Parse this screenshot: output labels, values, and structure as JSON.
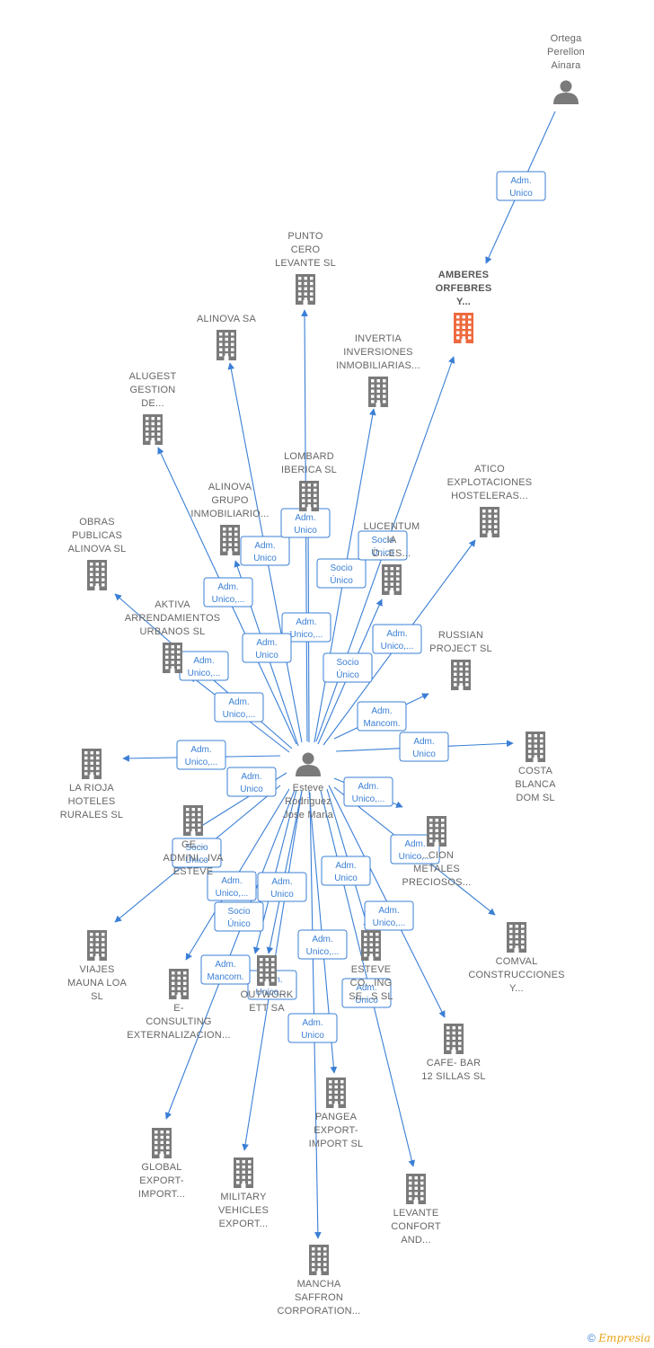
{
  "colors": {
    "edge": "#3a7fd5",
    "company": "#7a7a7a",
    "focus": "#ee6a3e",
    "person": "#7a7a7a"
  },
  "credit": {
    "symbol": "©",
    "brand": "Empresia"
  },
  "nodes": [
    {
      "id": "ortega",
      "type": "person",
      "lines": [
        "Ortega",
        "Perellon",
        "Ainara"
      ]
    },
    {
      "id": "esteve",
      "type": "person",
      "lines": [
        "Esteve",
        "Rodriguez",
        "Jose Maria"
      ]
    },
    {
      "id": "amberes",
      "type": "focus",
      "lines": [
        "AMBERES",
        "ORFEBRES",
        "Y..."
      ]
    },
    {
      "id": "punto",
      "type": "company",
      "lines": [
        "PUNTO",
        "CERO",
        "LEVANTE SL"
      ]
    },
    {
      "id": "alinova",
      "type": "company",
      "lines": [
        "ALINOVA SA"
      ]
    },
    {
      "id": "invertia",
      "type": "company",
      "lines": [
        "INVERTIA",
        "INVERSIONES",
        "INMOBILIARIAS..."
      ]
    },
    {
      "id": "alugest",
      "type": "company",
      "lines": [
        "ALUGEST",
        "GESTION",
        "DE..."
      ]
    },
    {
      "id": "lombard",
      "type": "company",
      "lines": [
        "LOMBARD",
        "IBERICA  SL"
      ]
    },
    {
      "id": "atico",
      "type": "company",
      "lines": [
        "ATICO",
        "EXPLOTACIONES",
        "HOSTELERAS..."
      ]
    },
    {
      "id": "alinova_grupo",
      "type": "company",
      "lines": [
        "ALINOVA",
        "GRUPO",
        "INMOBILIARIO..."
      ]
    },
    {
      "id": "lucentum",
      "type": "company",
      "lines": [
        "LUCENTUM",
        "IA",
        "D...ES..."
      ]
    },
    {
      "id": "obras",
      "type": "company",
      "lines": [
        "OBRAS",
        "PUBLICAS",
        "ALINOVA  SL"
      ]
    },
    {
      "id": "aktiva",
      "type": "company",
      "lines": [
        "AKTIVA",
        "ARRENDAMIENTOS",
        "URBANOS  SL"
      ]
    },
    {
      "id": "russian",
      "type": "company",
      "lines": [
        "RUSSIAN",
        "PROJECT SL"
      ]
    },
    {
      "id": "costa",
      "type": "company",
      "lines": [
        "COSTA",
        "BLANCA",
        "DOM  SL"
      ]
    },
    {
      "id": "larioja",
      "type": "company",
      "lines": [
        "LA RIOJA",
        "HOTELES",
        "RURALES  SL"
      ]
    },
    {
      "id": "gestion_adm",
      "type": "company",
      "lines": [
        "GE...",
        "ADMINI...IVA",
        "ESTEVE"
      ]
    },
    {
      "id": "metales",
      "type": "company",
      "lines": [
        "...CION",
        "METALES",
        "PRECIOSOS..."
      ]
    },
    {
      "id": "viajes",
      "type": "company",
      "lines": [
        "VIAJES",
        "MAUNA LOA",
        "SL"
      ]
    },
    {
      "id": "comval",
      "type": "company",
      "lines": [
        "COMVAL",
        "CONSTRUCCIONES",
        "Y..."
      ]
    },
    {
      "id": "econsulting",
      "type": "company",
      "lines": [
        "E-",
        "CONSULTING",
        "EXTERNALIZACION..."
      ]
    },
    {
      "id": "outwork",
      "type": "company",
      "lines": [
        "OUTWORK",
        "ETT SA"
      ]
    },
    {
      "id": "esteve_consulting",
      "type": "company",
      "lines": [
        "ESTEVE",
        "CO...ING",
        "SE...S SL"
      ]
    },
    {
      "id": "cafebar",
      "type": "company",
      "lines": [
        "CAFE- BAR",
        "12 SILLAS  SL"
      ]
    },
    {
      "id": "pangea",
      "type": "company",
      "lines": [
        "PANGEA",
        "EXPORT-",
        "IMPORT  SL"
      ]
    },
    {
      "id": "global",
      "type": "company",
      "lines": [
        "GLOBAL",
        "EXPORT-",
        "IMPORT..."
      ]
    },
    {
      "id": "military",
      "type": "company",
      "lines": [
        "MILITARY",
        "VEHICLES",
        "EXPORT..."
      ]
    },
    {
      "id": "levante",
      "type": "company",
      "lines": [
        "LEVANTE",
        "CONFORT",
        "AND..."
      ]
    },
    {
      "id": "mancha",
      "type": "company",
      "lines": [
        "MANCHA",
        "SAFFRON",
        "CORPORATION..."
      ]
    }
  ],
  "edges": [
    {
      "from": "ortega",
      "to": "amberes",
      "label": [
        "Adm.",
        "Unico"
      ]
    },
    {
      "from": "esteve",
      "to": "amberes",
      "label": [
        "Socio",
        "Único"
      ]
    },
    {
      "from": "esteve",
      "to": "punto",
      "label": [
        "Adm.",
        "Unico,..."
      ]
    },
    {
      "from": "esteve",
      "to": "alinova",
      "label": [
        "Adm.",
        "Unico"
      ]
    },
    {
      "from": "esteve",
      "to": "invertia",
      "label": [
        "Socio",
        "Único"
      ]
    },
    {
      "from": "esteve",
      "to": "alugest",
      "label": [
        "Adm.",
        "Unico,..."
      ]
    },
    {
      "from": "esteve",
      "to": "lombard",
      "label": [
        "Adm.",
        "Unico"
      ]
    },
    {
      "from": "esteve",
      "to": "atico",
      "label": [
        "Adm.",
        "Unico,..."
      ]
    },
    {
      "from": "esteve",
      "to": "alinova_grupo",
      "label": [
        "Adm.",
        "Unico"
      ]
    },
    {
      "from": "esteve",
      "to": "lucentum",
      "label": [
        "Socio",
        "Único"
      ]
    },
    {
      "from": "esteve",
      "to": "obras",
      "label": [
        "Adm.",
        "Unico,..."
      ]
    },
    {
      "from": "esteve",
      "to": "aktiva",
      "label": [
        "Adm.",
        "Unico,..."
      ]
    },
    {
      "from": "esteve",
      "to": "russian",
      "label": [
        "Adm.",
        "Mancom."
      ]
    },
    {
      "from": "esteve",
      "to": "costa",
      "label": [
        "Adm.",
        "Unico"
      ]
    },
    {
      "from": "esteve",
      "to": "larioja",
      "label": [
        "Adm.",
        "Unico,..."
      ]
    },
    {
      "from": "esteve",
      "to": "gestion_adm",
      "label": [
        "Adm.",
        "Unico"
      ]
    },
    {
      "from": "esteve",
      "to": "metales",
      "label": [
        "Adm.",
        "Unico,..."
      ]
    },
    {
      "from": "esteve",
      "to": "comval",
      "label": [
        "Adm.",
        "Unico,..."
      ]
    },
    {
      "from": "esteve",
      "to": "viajes",
      "label": [
        "Socio",
        "Único"
      ]
    },
    {
      "from": "esteve",
      "to": "econsulting",
      "label": [
        "Adm.",
        "Unico,..."
      ]
    },
    {
      "from": "esteve",
      "to": "outwork",
      "label": [
        "Adm.",
        "Unico"
      ]
    },
    {
      "from": "esteve",
      "to": "esteve_consulting",
      "label": [
        "Adm.",
        "Unico"
      ]
    },
    {
      "from": "esteve",
      "to": "cafebar",
      "label": [
        "Adm.",
        "Unico,..."
      ]
    },
    {
      "from": "esteve",
      "to": "pangea",
      "label": [
        "Adm.",
        "Unico,..."
      ]
    },
    {
      "from": "esteve",
      "to": "global",
      "label": [
        "Socio",
        "Único"
      ]
    },
    {
      "from": "esteve",
      "to": "military",
      "label": [
        "Adm.",
        "Unico,..."
      ]
    },
    {
      "from": "esteve",
      "to": "levante",
      "label": [
        "Adm.",
        "Unico"
      ]
    },
    {
      "from": "esteve",
      "to": "mancha",
      "label": [
        "Adm.",
        "Unico"
      ]
    },
    {
      "from": "esteve",
      "to": "outwork",
      "label": [
        "Adm.",
        "Mancom."
      ]
    }
  ]
}
